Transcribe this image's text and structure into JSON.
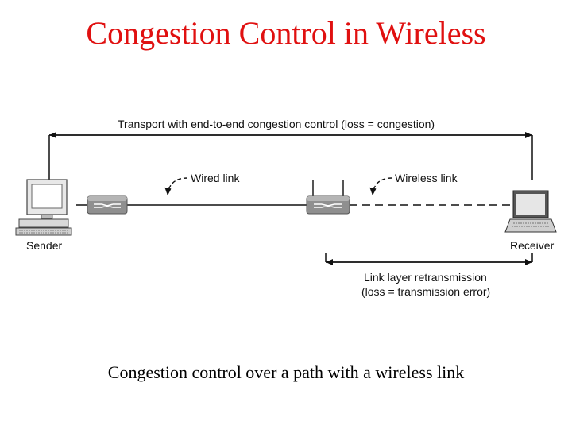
{
  "title": "Congestion Control in Wireless",
  "caption": "Congestion control over a path with a wireless link",
  "diagram": {
    "transport_label": "Transport with end-to-end congestion control (loss = congestion)",
    "wired_link_label": "Wired link",
    "wireless_link_label": "Wireless link",
    "sender_label": "Sender",
    "receiver_label": "Receiver",
    "link_layer_label_1": "Link layer retransmission",
    "link_layer_label_2": "(loss = transmission error)"
  }
}
